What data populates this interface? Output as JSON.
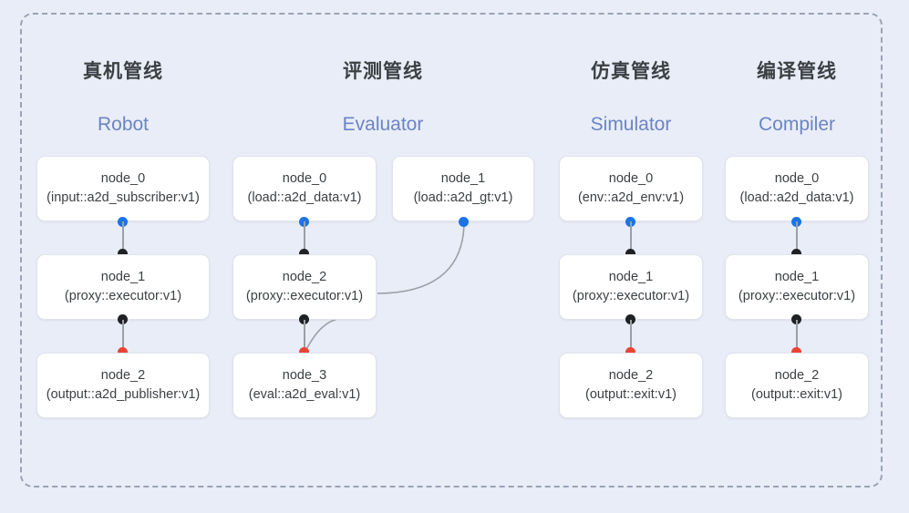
{
  "diagram": {
    "frame_style": "dashed-rounded-rectangle",
    "background_color": "#e9edf7",
    "accent_color": "#6b84c4",
    "port_colors": {
      "input": "#202124",
      "output": "#1a73e8",
      "terminal": "#ea4335"
    }
  },
  "columns": [
    {
      "title_cn": "真机管线",
      "title_en": "Robot",
      "nodes": [
        {
          "name": "node_0",
          "spec": "(input::a2d_subscriber:v1)"
        },
        {
          "name": "node_1",
          "spec": "(proxy::executor:v1)"
        },
        {
          "name": "node_2",
          "spec": "(output::a2d_publisher:v1)"
        }
      ]
    },
    {
      "title_cn": "评测管线",
      "title_en": "Evaluator",
      "nodes": [
        {
          "name": "node_0",
          "spec": "(load::a2d_data:v1)"
        },
        {
          "name": "node_2",
          "spec": "(proxy::executor:v1)"
        },
        {
          "name": "node_3",
          "spec": "(eval::a2d_eval:v1)"
        },
        {
          "name": "node_1",
          "spec": "(load::a2d_gt:v1)"
        }
      ]
    },
    {
      "title_cn": "仿真管线",
      "title_en": "Simulator",
      "nodes": [
        {
          "name": "node_0",
          "spec": "(env::a2d_env:v1)"
        },
        {
          "name": "node_1",
          "spec": "(proxy::executor:v1)"
        },
        {
          "name": "node_2",
          "spec": "(output::exit:v1)"
        }
      ]
    },
    {
      "title_cn": "编译管线",
      "title_en": "Compiler",
      "nodes": [
        {
          "name": "node_0",
          "spec": "(load::a2d_data:v1)"
        },
        {
          "name": "node_1",
          "spec": "(proxy::executor:v1)"
        },
        {
          "name": "node_2",
          "spec": "(output::exit:v1)"
        }
      ]
    }
  ]
}
